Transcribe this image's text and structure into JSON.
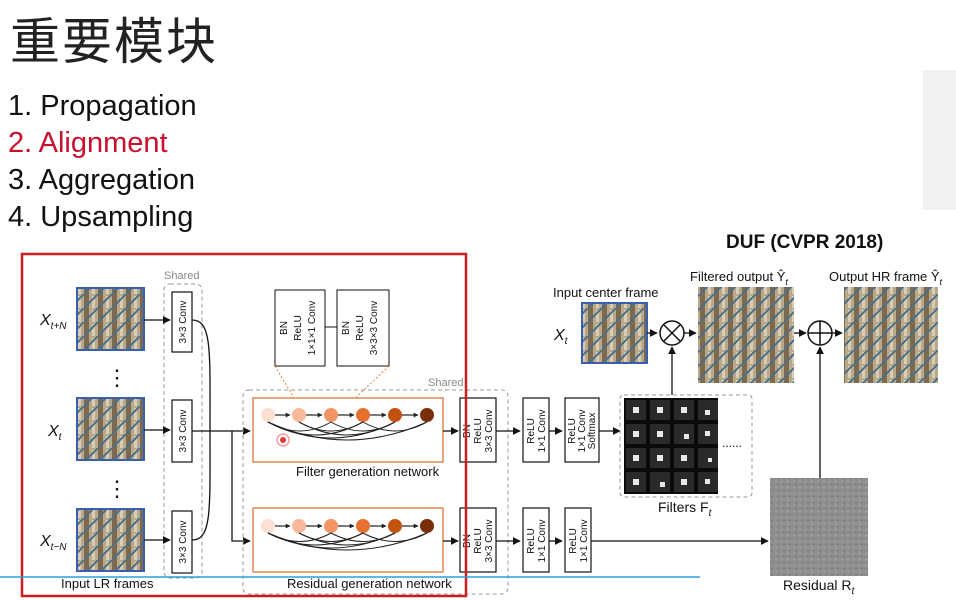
{
  "slide": {
    "title": "重要模块",
    "items": [
      {
        "label": "1. Propagation",
        "active": false
      },
      {
        "label": "2. Alignment",
        "active": true
      },
      {
        "label": "3. Aggregation",
        "active": false
      },
      {
        "label": "4. Upsampling",
        "active": false
      }
    ],
    "highlight_color": "#c8102e"
  },
  "diagram": {
    "heading": "DUF (CVPR 2018)",
    "shared_label_1": "Shared",
    "shared_label_2": "Shared",
    "input_labels": {
      "top_main": "X",
      "top_sub": "t+N",
      "mid_main": "X",
      "mid_sub": "t",
      "bot_main": "X",
      "bot_sub": "t−N"
    },
    "vdots": "⋮",
    "conv_3x3": "3×3 Conv",
    "detail_box_1": [
      "BN",
      "ReLU",
      "1×1×1 Conv"
    ],
    "detail_box_2": [
      "BN",
      "ReLU",
      "3×3×3 Conv"
    ],
    "filter_gen_label": "Filter generation network",
    "residual_gen_label": "Residual generation network",
    "block_bn_relu_conv": [
      "BN",
      "ReLU",
      "3×3 Conv"
    ],
    "block_relu_1x1": [
      "ReLU",
      "1×1 Conv"
    ],
    "block_softmax": [
      "ReLU",
      "1×1 Conv",
      "Softmax"
    ],
    "input_lr_label": "Input LR frames",
    "input_center_label": "Input center frame",
    "center_x_main": "X",
    "center_x_sub": "t",
    "filtered_label": "Filtered output Ŷ",
    "filtered_sub": "t",
    "output_label": "Output HR frame Ŷ",
    "output_sub": "t",
    "filters_label": "Filters F",
    "filters_sub": "t",
    "residual_label": "Residual R",
    "residual_sub": "t",
    "filters_dots": "......",
    "node_colors": [
      "#fde0d4",
      "#f9b89a",
      "#f29463",
      "#e5702f",
      "#c4520f",
      "#7a2e08"
    ],
    "frame_border_color": "#3a5fb0",
    "callout_color": "#cc1e1e"
  }
}
